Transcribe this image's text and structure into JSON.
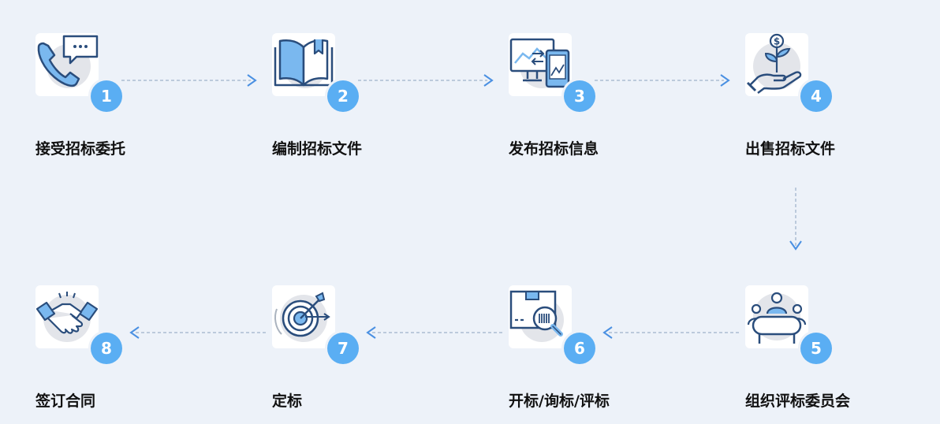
{
  "steps": [
    {
      "number": "1",
      "label": "接受招标委托",
      "icon": "phone-chat-icon"
    },
    {
      "number": "2",
      "label": "编制招标文件",
      "icon": "open-book-icon"
    },
    {
      "number": "3",
      "label": "发布招标信息",
      "icon": "monitor-phone-icon"
    },
    {
      "number": "4",
      "label": "出售招标文件",
      "icon": "hand-money-plant-icon"
    },
    {
      "number": "5",
      "label": "组织评标委员会",
      "icon": "meeting-table-icon"
    },
    {
      "number": "6",
      "label": "开标/询标/评标",
      "icon": "package-magnifier-icon"
    },
    {
      "number": "7",
      "label": "定标",
      "icon": "target-arrow-icon"
    },
    {
      "number": "8",
      "label": "签订合同",
      "icon": "handshake-icon"
    }
  ],
  "colors": {
    "background": "#edf2f9",
    "badge": "#5aaef3",
    "arrow": "#4a90e2",
    "dash": "#8aa2c0",
    "icon_stroke": "#2a4d7c",
    "icon_fill": "#7ab8ef"
  }
}
